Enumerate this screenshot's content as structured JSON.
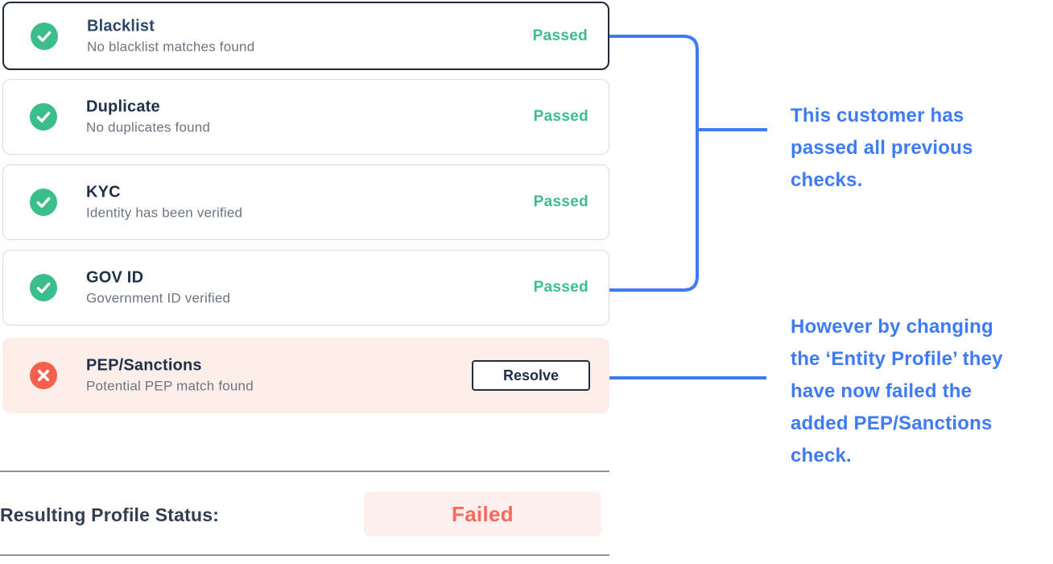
{
  "checks": [
    {
      "id": "blacklist",
      "title": "Blacklist",
      "subtitle": "No blacklist matches found",
      "status": "Passed",
      "state": "passed",
      "highlighted": true
    },
    {
      "id": "duplicate",
      "title": "Duplicate",
      "subtitle": "No duplicates found",
      "status": "Passed",
      "state": "passed"
    },
    {
      "id": "kyc",
      "title": "KYC",
      "subtitle": "Identity has been verified",
      "status": "Passed",
      "state": "passed"
    },
    {
      "id": "gov-id",
      "title": "GOV ID",
      "subtitle": "Government ID verified",
      "status": "Passed",
      "state": "passed"
    },
    {
      "id": "pep-sanctions",
      "title": "PEP/Sanctions",
      "subtitle": "Potential PEP match found",
      "action_label": "Resolve",
      "state": "failed"
    }
  ],
  "footer": {
    "label": "Resulting Profile Status:",
    "status": "Failed"
  },
  "annotations": [
    {
      "id": "passed-previous-checks",
      "lines": [
        "This customer has",
        "passed all previous",
        "checks."
      ]
    },
    {
      "id": "failed-pep-check",
      "lines": [
        "However by changing",
        "the ‘Entity Profile’ they",
        "have now failed the",
        "added PEP/Sanctions",
        "check."
      ]
    }
  ],
  "icons": {
    "passed": "check-circle-icon",
    "failed": "x-circle-icon"
  },
  "colors": {
    "green": "#3cbd8c",
    "red": "#f4604e",
    "coral-text": "#f9695e",
    "pink-bg": "#fdeeea",
    "badge-bg": "#fdefec",
    "blue": "#3e7bf7",
    "navy": "#202e44",
    "title": "#213049",
    "subtitle": "#6d7482",
    "divider": "#8d929c",
    "card-border": "#dadbe0",
    "highlight-border": "#1d2a3a"
  }
}
